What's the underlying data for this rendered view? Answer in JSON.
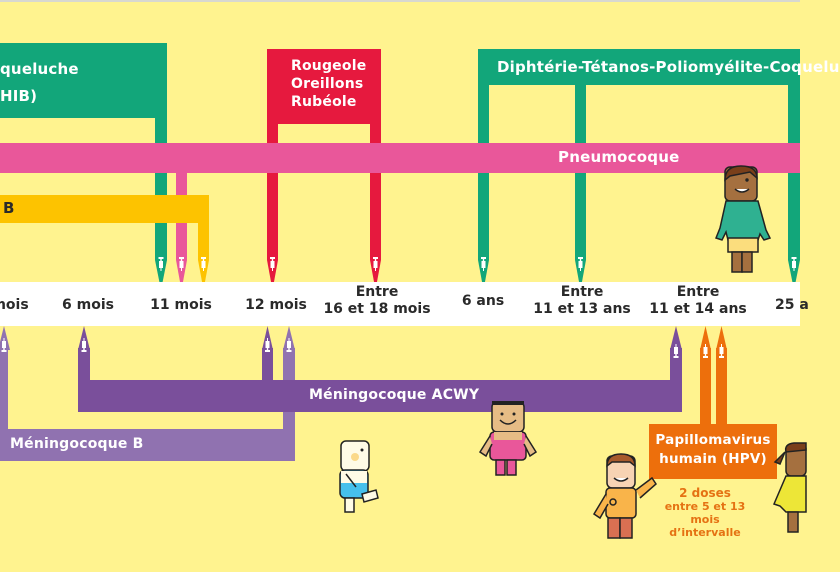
{
  "colors": {
    "background": "#fff38f",
    "green": "#12a67a",
    "red": "#e6193e",
    "pink": "#e9579a",
    "yellow": "#fdc300",
    "purple_dark": "#7a4f9b",
    "purple_light": "#9072b0",
    "orange": "#ed6f0c",
    "axis": "#ffffff",
    "text_dark": "#2a2a2a"
  },
  "vaccines": {
    "dtpc_hib": {
      "line1": "queluche",
      "line2": "HIB)"
    },
    "ror": {
      "line1": "Rougeole",
      "line2": "Oreillons",
      "line3": "Rubéole"
    },
    "dtpc_booster": {
      "label": "Diphtérie-Tétanos-Poliomyélite-Coquelu"
    },
    "pneumocoque": {
      "label": "Pneumocoque"
    },
    "hepatite_b": {
      "label": "B"
    },
    "meningo_acwy": {
      "label": "Méningocoque ACWY"
    },
    "meningo_b": {
      "label": "Méningocoque B"
    },
    "hpv": {
      "line1": "Papillomavirus",
      "line2": "humain (HPV)",
      "note1": "2 doses",
      "note2": "entre 5 et 13 mois",
      "note3": "d’intervalle"
    }
  },
  "timeline": {
    "ticks": [
      {
        "label": "mois"
      },
      {
        "label": "6 mois"
      },
      {
        "label": "11 mois"
      },
      {
        "label": "12 mois"
      },
      {
        "label1": "Entre",
        "label2": "16 et 18 mois"
      },
      {
        "label": "6 ans"
      },
      {
        "label1": "Entre",
        "label2": "11 et 13 ans"
      },
      {
        "label1": "Entre",
        "label2": "11 et 14 ans"
      },
      {
        "label": "25 a"
      }
    ]
  },
  "icons": {
    "syringe": "syringe-icon"
  }
}
